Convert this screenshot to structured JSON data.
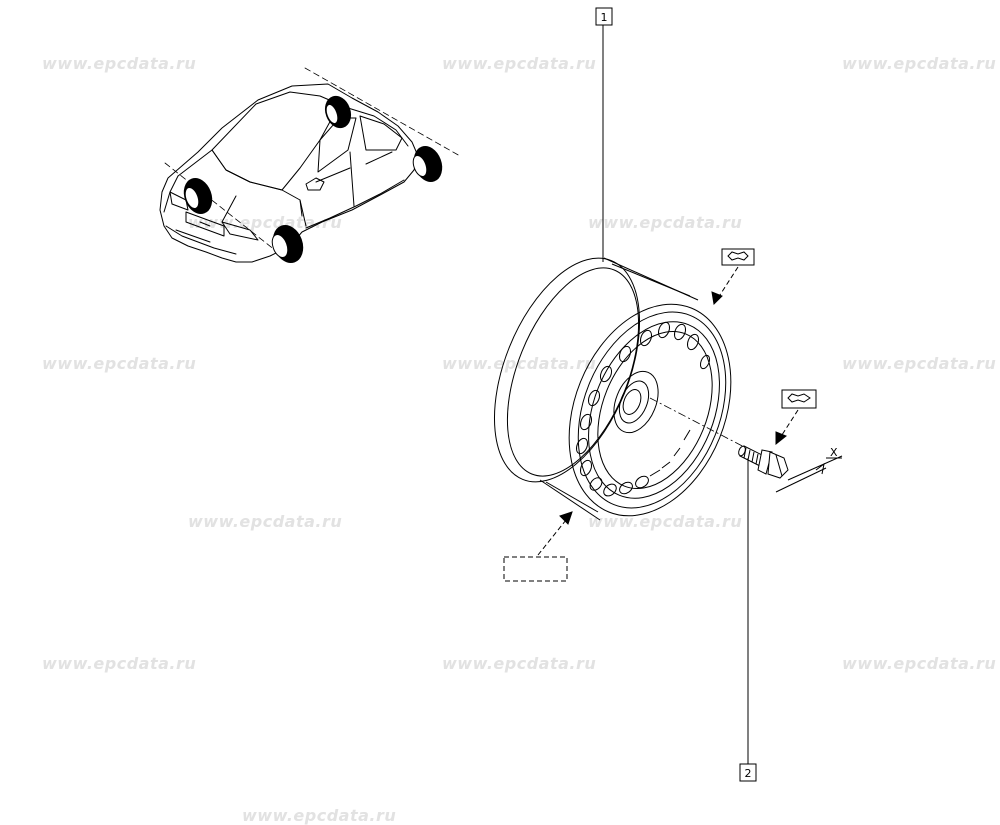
{
  "watermarks": [
    "www.epcdata.ru",
    "www.epcdata.ru",
    "www.epcdata.ru",
    "www.epcdata.ru",
    "www.epcdata.ru",
    "www.epcdata.ru",
    "www.epcdata.ru",
    "www.epcdata.ru",
    "www.epcdata.ru",
    "www.epcdata.ru",
    "www.epcdata.ru",
    "www.epcdata.ru",
    "www.epcdata.ru",
    "www.epcdata.ru"
  ],
  "callouts": {
    "wheel": "1",
    "wheel_bolt": "2"
  },
  "dimension_label": "X"
}
